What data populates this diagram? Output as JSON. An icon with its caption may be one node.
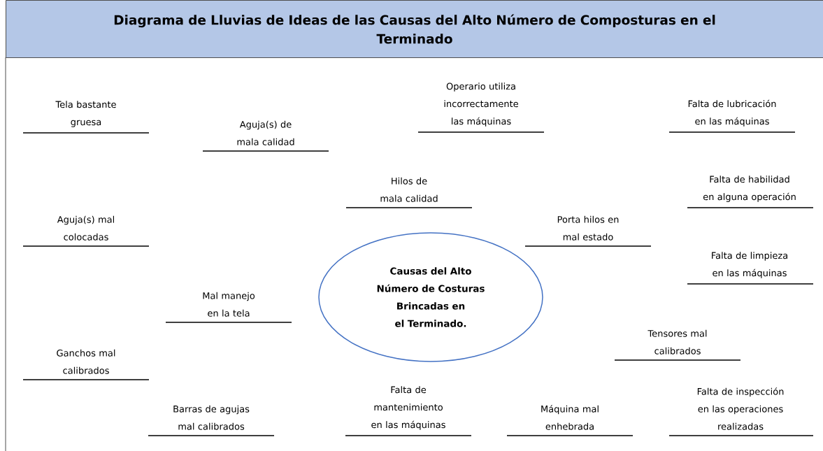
{
  "diagram": {
    "title": "Diagrama de Lluvias de Ideas de las Causas del Alto Número de Composturas en el Terminado",
    "nodes": [
      {
        "text": [
          "Causas del Alto Número de Costuras Brincadas en el Terminado."
        ]
      }
    ],
    "labels": [
      "Tela bastante gruesa",
      "Aguja(s) de mala calidad",
      "Operario utiliza incorrectamente las máquinas",
      "Falta de lubricación en las máquinas",
      "Hilos de mala calidad",
      "Falta de habilidad en alguna operación",
      "Aguja(s) mal colocadas",
      "Porta hilos en mal estado",
      "Falta de limpieza en las máquinas",
      "Mal manejo en la tela",
      "Tensores mal calibrados",
      "Ganchos mal calibrados",
      "Barras de agujas mal calibrados",
      "Falta de mantenimiento en las máquinas",
      "Máquina mal enhebrada",
      "Falta de inspección en las operaciones realizadas"
    ]
  }
}
